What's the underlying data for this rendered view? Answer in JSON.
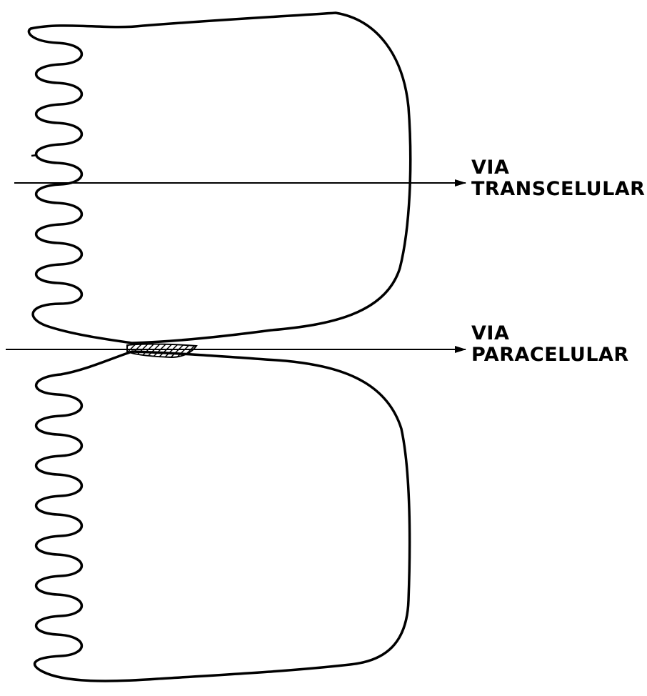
{
  "diagram": {
    "routes": [
      {
        "id": "transcellular",
        "line1": "VIA",
        "line2": "TRANSCELULAR"
      },
      {
        "id": "paracellular",
        "line1": "VIA",
        "line2": "PARACELULAR"
      }
    ],
    "colors": {
      "stroke": "#000000",
      "background": "#ffffff"
    }
  }
}
